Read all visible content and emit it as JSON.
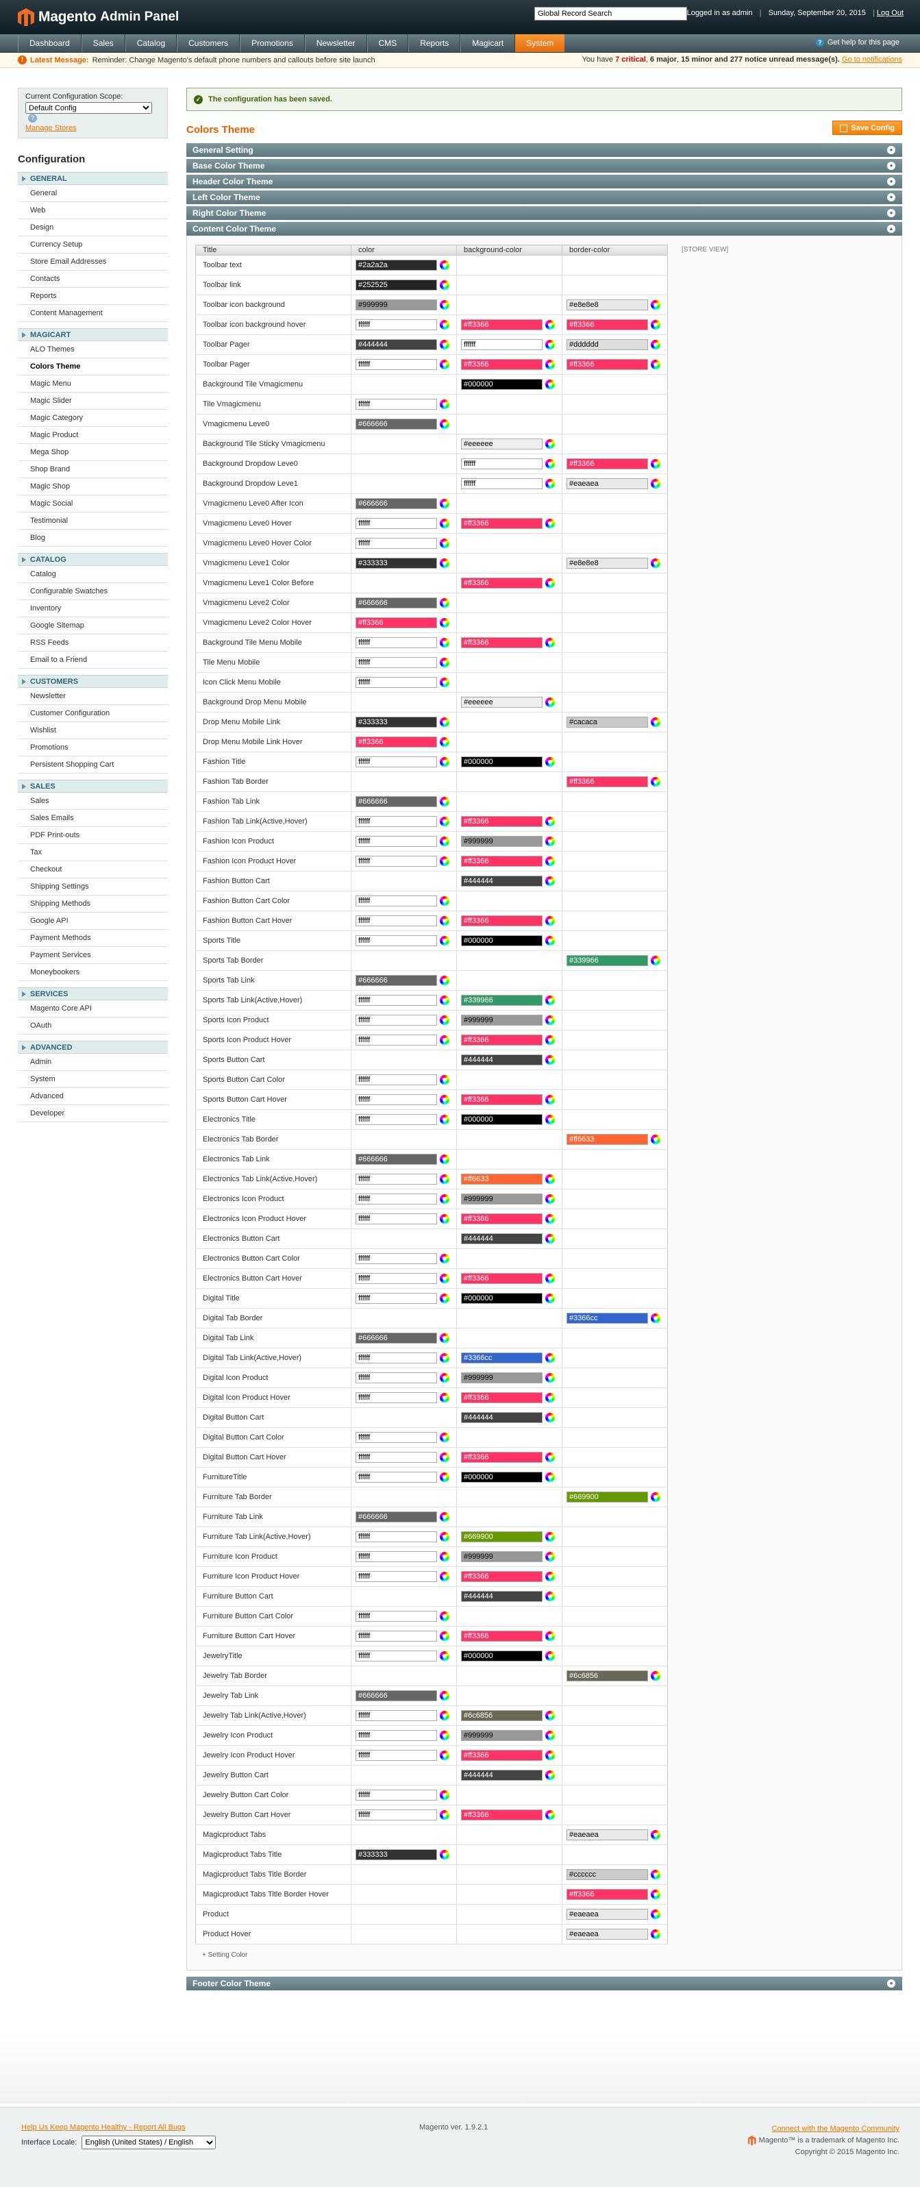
{
  "header": {
    "logo": "Magento",
    "logo_sub": "Admin Panel",
    "search_value": "Global Record Search",
    "logged_in": "Logged in as admin",
    "date": "Sunday, September 20, 2015",
    "logout": "Log Out"
  },
  "nav": {
    "items": [
      "Dashboard",
      "Sales",
      "Catalog",
      "Customers",
      "Promotions",
      "Newsletter",
      "CMS",
      "Reports",
      "Magicart",
      "System"
    ],
    "active": "System",
    "help": "Get help for this page"
  },
  "notice": {
    "title": "Latest Message:",
    "text": "Reminder: Change Magento's default phone numbers and callouts before site launch",
    "right_prefix": "You have",
    "critical": "7 critical",
    "major": "6 major",
    "minor": "15 minor and",
    "notice": "277 notice unread message(s).",
    "link": "Go to notifications"
  },
  "scope": {
    "label": "Current Configuration Scope:",
    "value": "Default Config",
    "manage": "Manage Stores"
  },
  "sidebar": {
    "title": "Configuration",
    "groups": [
      {
        "title": "GENERAL",
        "items": [
          "General",
          "Web",
          "Design",
          "Currency Setup",
          "Store Email Addresses",
          "Contacts",
          "Reports",
          "Content Management"
        ]
      },
      {
        "title": "MAGICART",
        "items": [
          "ALO Themes",
          "Colors Theme",
          "Magic Menu",
          "Magic Slider",
          "Magic Category",
          "Magic Product",
          "Mega Shop",
          "Shop Brand",
          "Magic Shop",
          "Magic Social",
          "Testimonial",
          "Blog"
        ]
      },
      {
        "title": "CATALOG",
        "items": [
          "Catalog",
          "Configurable Swatches",
          "Inventory",
          "Google Sitemap",
          "RSS Feeds",
          "Email to a Friend"
        ]
      },
      {
        "title": "CUSTOMERS",
        "items": [
          "Newsletter",
          "Customer Configuration",
          "Wishlist",
          "Promotions",
          "Persistent Shopping Cart"
        ]
      },
      {
        "title": "SALES",
        "items": [
          "Sales",
          "Sales Emails",
          "PDF Print-outs",
          "Tax",
          "Checkout",
          "Shipping Settings",
          "Shipping Methods",
          "Google API",
          "Payment Methods",
          "Payment Services",
          "Moneybookers"
        ]
      },
      {
        "title": "SERVICES",
        "items": [
          "Magento Core API",
          "OAuth"
        ]
      },
      {
        "title": "ADVANCED",
        "items": [
          "Admin",
          "System",
          "Advanced",
          "Developer"
        ]
      }
    ],
    "active": "Colors Theme"
  },
  "main": {
    "success": "The configuration has been saved.",
    "title": "Colors Theme",
    "save": "Save Config",
    "sections": [
      "General Setting",
      "Base Color Theme",
      "Header Color Theme",
      "Left Color Theme",
      "Right Color Theme",
      "Content Color Theme"
    ],
    "footer_section": "Footer Color Theme",
    "store_view": "[STORE VIEW]",
    "note": "+ Setting Color",
    "columns": [
      "Title",
      "color",
      "background-color",
      "border-color"
    ],
    "rows": [
      [
        "Toolbar text",
        "#2a2a2a",
        "",
        ""
      ],
      [
        "Toolbar link",
        "#252525",
        "",
        ""
      ],
      [
        "Toolbar icon background",
        "#999999",
        "",
        "#e8e8e8"
      ],
      [
        "Toolbar icon background hover",
        "ffffff",
        "#ff3366",
        "#ff3366"
      ],
      [
        "Toolbar Pager",
        "#444444",
        "ffffff",
        "#dddddd"
      ],
      [
        "Toolbar Pager",
        "ffffff",
        "#ff3366",
        "#ff3366"
      ],
      [
        "Background Tile Vmagicmenu",
        "",
        "#000000",
        ""
      ],
      [
        "Tile Vmagicmenu",
        "ffffff",
        "",
        ""
      ],
      [
        "Vmagicmenu Leve0",
        "#666666",
        "",
        ""
      ],
      [
        "Background Tile Sticky Vmagicmenu",
        "",
        "#eeeeee",
        ""
      ],
      [
        "Background Dropdow Leve0",
        "",
        "ffffff",
        "#ff3366"
      ],
      [
        "Background Dropdow Leve1",
        "",
        "ffffff",
        "#eaeaea"
      ],
      [
        "Vmagicmenu Leve0 After Icon",
        "#666666",
        "",
        ""
      ],
      [
        "Vmagicmenu Leve0 Hover",
        "ffffff",
        "#ff3366",
        ""
      ],
      [
        "Vmagicmenu Leve0 Hover Color",
        "ffffff",
        "",
        ""
      ],
      [
        "Vmagicmenu Leve1 Color",
        "#333333",
        "",
        "#e8e8e8"
      ],
      [
        "Vmagicmenu Leve1 Color Before",
        "",
        "#ff3366",
        ""
      ],
      [
        "Vmagicmenu Leve2 Color",
        "#666666",
        "",
        ""
      ],
      [
        "Vmagicmenu Leve2 Color Hover",
        "#ff3366",
        "",
        ""
      ],
      [
        "Background Tile Menu Mobile",
        "ffffff",
        "#ff3366",
        ""
      ],
      [
        "Tile Menu Mobile",
        "ffffff",
        "",
        ""
      ],
      [
        "Icon Click Menu Mobile",
        "ffffff",
        "",
        ""
      ],
      [
        "Background Drop Menu Mobile",
        "",
        "#eeeeee",
        ""
      ],
      [
        "Drop Menu Mobile Link",
        "#333333",
        "",
        "#cacaca"
      ],
      [
        "Drop Menu Mobile Link Hover",
        "#ff3366",
        "",
        ""
      ],
      [
        "Fashion Title",
        "ffffff",
        "#000000",
        ""
      ],
      [
        "Fashion Tab Border",
        "",
        "",
        "#ff3366"
      ],
      [
        "Fashion Tab Link",
        "#666666",
        "",
        ""
      ],
      [
        "Fashion Tab Link(Active,Hover)",
        "ffffff",
        "#ff3366",
        ""
      ],
      [
        "Fashion Icon Product",
        "ffffff",
        "#999999",
        ""
      ],
      [
        "Fashion Icon Product Hover",
        "ffffff",
        "#ff3366",
        ""
      ],
      [
        "Fashion Button Cart",
        "",
        "#444444",
        ""
      ],
      [
        "Fashion Button Cart Color",
        "ffffff",
        "",
        ""
      ],
      [
        "Fashion Button Cart Hover",
        "ffffff",
        "#ff3366",
        ""
      ],
      [
        "Sports Title",
        "ffffff",
        "#000000",
        ""
      ],
      [
        "Sports Tab Border",
        "",
        "",
        "#339966"
      ],
      [
        "Sports Tab Link",
        "#666666",
        "",
        ""
      ],
      [
        "Sports Tab Link(Active,Hover)",
        "ffffff",
        "#339966",
        ""
      ],
      [
        "Sports Icon Product",
        "ffffff",
        "#999999",
        ""
      ],
      [
        "Sports Icon Product Hover",
        "ffffff",
        "#ff3366",
        ""
      ],
      [
        "Sports Button Cart",
        "",
        "#444444",
        ""
      ],
      [
        "Sports Button Cart Color",
        "ffffff",
        "",
        ""
      ],
      [
        "Sports Button Cart Hover",
        "ffffff",
        "#ff3366",
        ""
      ],
      [
        "Electronics Title",
        "ffffff",
        "#000000",
        ""
      ],
      [
        "Electronics Tab Border",
        "",
        "",
        "#ff6633"
      ],
      [
        "Electronics Tab Link",
        "#666666",
        "",
        ""
      ],
      [
        "Electronics Tab Link(Active,Hover)",
        "ffffff",
        "#ff6633",
        ""
      ],
      [
        "Electronics Icon Product",
        "ffffff",
        "#999999",
        ""
      ],
      [
        "Electronics Icon Product Hover",
        "ffffff",
        "#ff3366",
        ""
      ],
      [
        "Electronics Button Cart",
        "",
        "#444444",
        ""
      ],
      [
        "Electronics Button Cart Color",
        "ffffff",
        "",
        ""
      ],
      [
        "Electronics Button Cart Hover",
        "ffffff",
        "#ff3366",
        ""
      ],
      [
        "Digital Title",
        "ffffff",
        "#000000",
        ""
      ],
      [
        "Digital Tab Border",
        "",
        "",
        "#3366cc"
      ],
      [
        "Digital Tab Link",
        "#666666",
        "",
        ""
      ],
      [
        "Digital Tab Link(Active,Hover)",
        "ffffff",
        "#3366cc",
        ""
      ],
      [
        "Digital Icon Product",
        "ffffff",
        "#999999",
        ""
      ],
      [
        "Digital Icon Product Hover",
        "ffffff",
        "#ff3366",
        ""
      ],
      [
        "Digital Button Cart",
        "",
        "#444444",
        ""
      ],
      [
        "Digital Button Cart Color",
        "ffffff",
        "",
        ""
      ],
      [
        "Digital Button Cart Hover",
        "ffffff",
        "#ff3366",
        ""
      ],
      [
        "FurnitureTitle",
        "ffffff",
        "#000000",
        ""
      ],
      [
        "Furniture Tab Border",
        "",
        "",
        "#669900"
      ],
      [
        "Furniture Tab Link",
        "#666666",
        "",
        ""
      ],
      [
        "Furniture Tab Link(Active,Hover)",
        "ffffff",
        "#669900",
        ""
      ],
      [
        "Furniture Icon Product",
        "ffffff",
        "#999999",
        ""
      ],
      [
        "Furniture Icon Product Hover",
        "ffffff",
        "#ff3366",
        ""
      ],
      [
        "Furniture Button Cart",
        "",
        "#444444",
        ""
      ],
      [
        "Furniture Button Cart Color",
        "ffffff",
        "",
        ""
      ],
      [
        "Furniture Button Cart Hover",
        "ffffff",
        "#ff3366",
        ""
      ],
      [
        "JewelryTitle",
        "ffffff",
        "#000000",
        ""
      ],
      [
        "Jewelry Tab Border",
        "",
        "",
        "#6c6856"
      ],
      [
        "Jewelry Tab Link",
        "#666666",
        "",
        ""
      ],
      [
        "Jewelry Tab Link(Active,Hover)",
        "ffffff",
        "#6c6856",
        ""
      ],
      [
        "Jewelry Icon Product",
        "ffffff",
        "#999999",
        ""
      ],
      [
        "Jewelry Icon Product Hover",
        "ffffff",
        "#ff3366",
        ""
      ],
      [
        "Jewelry Button Cart",
        "",
        "#444444",
        ""
      ],
      [
        "Jewelry Button Cart Color",
        "ffffff",
        "",
        ""
      ],
      [
        "Jewelry Button Cart Hover",
        "ffffff",
        "#ff3366",
        ""
      ],
      [
        "Magicproduct Tabs",
        "",
        "",
        "#eaeaea"
      ],
      [
        "Magicproduct Tabs Title",
        "#333333",
        "",
        ""
      ],
      [
        "Magicproduct Tabs Title Border",
        "",
        "",
        "#cccccc"
      ],
      [
        "Magicproduct Tabs Title Border Hover",
        "",
        "",
        "#ff3366"
      ],
      [
        "Product",
        "",
        "",
        "#eaeaea"
      ],
      [
        "Product Hover",
        "",
        "",
        "#eaeaea"
      ]
    ]
  },
  "footer": {
    "help_link": "Help Us Keep Magento Healthy - Report All Bugs",
    "locale_label": "Interface Locale:",
    "locale_value": "English (United States) / English",
    "version": "Magento ver. 1.9.2.1",
    "community": "Connect with the Magento Community",
    "trademark": "Magento™ is a trademark of Magento Inc.",
    "copyright": "Copyright © 2015 Magento Inc."
  }
}
